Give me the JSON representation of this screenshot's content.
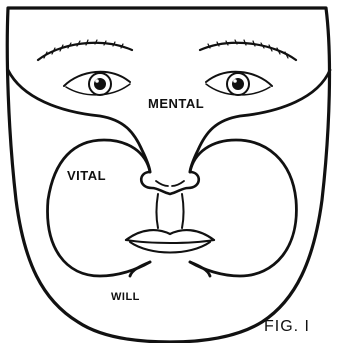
{
  "labels": {
    "mental": "MENTAL",
    "vital": "VITAL",
    "will": "WILL",
    "figure": "FIG. I"
  },
  "colors": {
    "ink": "#111111",
    "paper": "#ffffff"
  }
}
